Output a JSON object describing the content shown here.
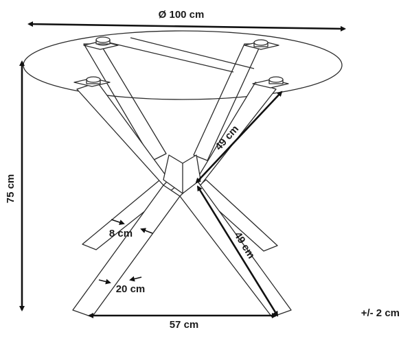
{
  "dimensions": {
    "diameter": "Ø 100 cm",
    "height": "75 cm",
    "leg_length_upper": "49 cm",
    "leg_length_lower": "49 cm",
    "leg_thickness": "8 cm",
    "leg_width": "20 cm",
    "base_span": "57 cm",
    "tolerance": "+/- 2 cm"
  },
  "colors": {
    "line": "#2a2a2a",
    "background": "#ffffff"
  }
}
